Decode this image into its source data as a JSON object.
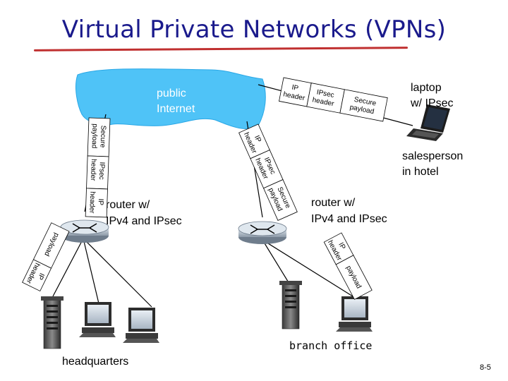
{
  "title": "Virtual Private Networks (VPNs)",
  "cloud": {
    "label_line1": "public",
    "label_line2": "Internet"
  },
  "laptop": {
    "label_line1": "laptop",
    "label_line2": "w/ IPsec"
  },
  "salesperson": {
    "label_line1": "salesperson",
    "label_line2": "in hotel"
  },
  "router_hq": {
    "label_line1": "router w/",
    "label_line2": "IPv4 and IPsec"
  },
  "router_branch": {
    "label_line1": "router w/",
    "label_line2": "IPv4 and IPsec"
  },
  "sites": {
    "headquarters": "headquarters",
    "branch": "branch office"
  },
  "packet_top": {
    "ip_header": [
      "IP",
      "header"
    ],
    "ipsec_header": [
      "IPsec",
      "header"
    ],
    "secure_payload": [
      "Secure",
      "payload"
    ]
  },
  "packet_left": {
    "ip_header": [
      "IP",
      "header"
    ],
    "ipsec_header": [
      "IPsec",
      "header"
    ],
    "secure_payload": [
      "Secure",
      "payload"
    ]
  },
  "packet_mid": {
    "ip_header": [
      "IP",
      "header"
    ],
    "ipsec_header": [
      "IPsec",
      "header"
    ],
    "secure_payload": [
      "Secure",
      "payload"
    ]
  },
  "packet_hq_lan": {
    "ip_header": [
      "IP",
      "header"
    ],
    "payload": "payload"
  },
  "packet_branch_lan": {
    "ip_header": [
      "IP",
      "header"
    ],
    "payload": "payload"
  },
  "slide_number": "8-5",
  "colors": {
    "title": "#1a1a8c",
    "underline": "#c03030",
    "cloud": "#4fc3f7",
    "cloud_edge": "#29a7e6"
  }
}
